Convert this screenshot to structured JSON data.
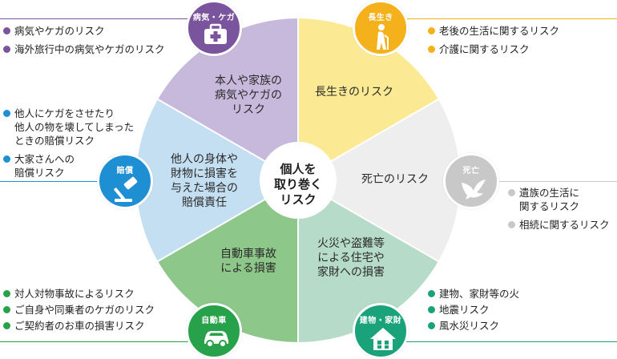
{
  "center": {
    "line1": "個人を",
    "line2": "取り巻く",
    "line3": "リスク"
  },
  "segments": [
    {
      "id": "longevity",
      "color": "#fbe994",
      "lines": [
        "長生きのリスク"
      ]
    },
    {
      "id": "death",
      "color": "#eeeeee",
      "lines": [
        "死亡のリスク"
      ]
    },
    {
      "id": "disaster",
      "color": "#b6dcc9",
      "lines": [
        "火災や盗難等",
        "による住宅や",
        "家財への損害"
      ]
    },
    {
      "id": "auto",
      "color": "#8ec78a",
      "lines": [
        "自動車事故",
        "による損害"
      ]
    },
    {
      "id": "liability",
      "color": "#c4dff1",
      "lines": [
        "他人の身体や",
        "財物に損害を",
        "与えた場合の",
        "賠償責任"
      ]
    },
    {
      "id": "illness",
      "color": "#c6b9dc",
      "lines": [
        "本人や家族の",
        "病気やケガの",
        "リスク"
      ]
    }
  ],
  "categories": {
    "illness": {
      "title": "病気・ケガ",
      "color": "#7b549e",
      "icon": "first-aid-kit-icon",
      "items": [
        "病気やケガのリスク",
        "海外旅行中の病気やケガのリスク"
      ]
    },
    "longevity": {
      "title": "長生き",
      "color": "#f5b11c",
      "icon": "elderly-cane-icon",
      "items": [
        "老後の生活に関するリスク",
        "介護に関するリスク"
      ]
    },
    "liability": {
      "title": "賠償",
      "color": "#1f8fd4",
      "icon": "gavel-icon",
      "items": [
        "他人にケガをさせたり\n他人の物を壊してしまった\nときの賠償リスク",
        "大家さんへの\n賠償リスク"
      ]
    },
    "death": {
      "title": "死亡",
      "color": "#c8c8c8",
      "icon": "dove-icon",
      "items": [
        "遺族の生活に\n関するリスク",
        "相続に関するリスク"
      ]
    },
    "auto": {
      "title": "自動車",
      "color": "#27a24a",
      "icon": "car-icon",
      "items": [
        "対人対物事故によるリスク",
        "ご自身や同乗者のケガのリスク",
        "ご契約者のお車の損害リスク"
      ]
    },
    "disaster": {
      "title": "建物・家財",
      "color": "#1aa37a",
      "icon": "house-icon",
      "items": [
        "建物、家財等の火",
        "地震リスク",
        "風水災リスク"
      ]
    }
  }
}
